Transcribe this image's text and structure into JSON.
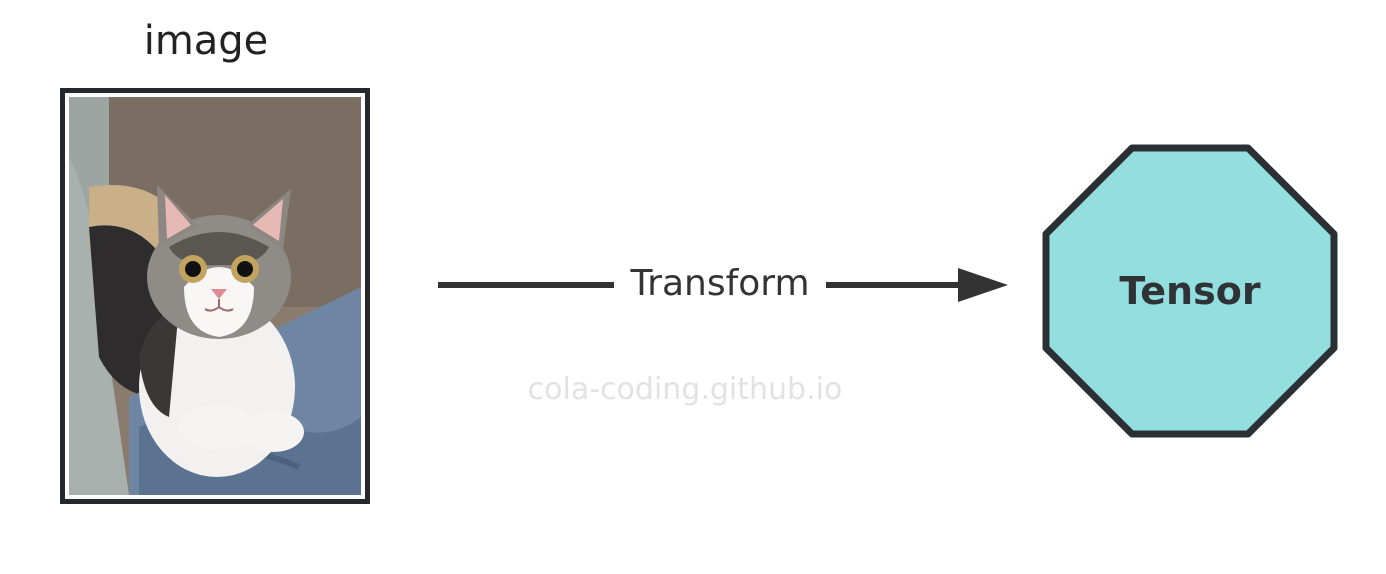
{
  "input_node": {
    "title": "image",
    "photo_subject": "cat-photo"
  },
  "edge": {
    "label": "Transform"
  },
  "output_node": {
    "label": "Tensor",
    "fill_color": "#93dfe0",
    "stroke_color": "#2b3034"
  },
  "watermark": {
    "text": "cola-coding.github.io"
  }
}
